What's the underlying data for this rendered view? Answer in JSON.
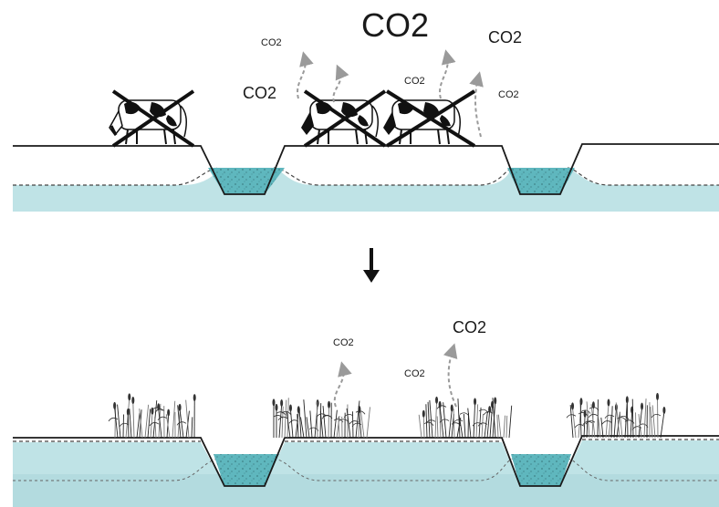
{
  "top_panel": {
    "labels": [
      "CO2",
      "CO2",
      "CO2",
      "CO2",
      "CO2",
      "CO2"
    ],
    "cow_count": 3
  },
  "bottom_panel": {
    "labels": [
      "CO2",
      "CO2",
      "CO2"
    ],
    "reed_patch_count": 4
  },
  "arrow_icon": "arrow-down-icon",
  "colors": {
    "water": "#bfe3e6",
    "ditch_water": "#5fb7be",
    "ground_line": "#1a1a1a",
    "emission_arrow": "#9a9a9a",
    "cross": "#111111"
  }
}
